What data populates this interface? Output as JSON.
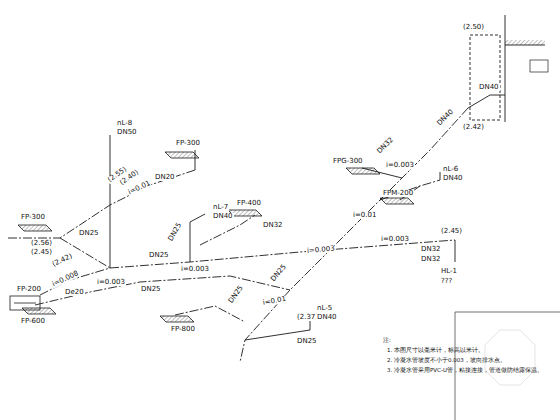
{
  "diagram": {
    "labels": [
      "FP-300",
      "(2.56)",
      "(2.45)",
      "nL-8",
      "DN50",
      "FP-300",
      "(2.55)",
      "(2.40)",
      "i=0.01",
      "DN20",
      "DN25",
      "FP-200",
      "i=0.008",
      "De20",
      "DN25",
      "nL-7",
      "DN40",
      "FP-400",
      "DN32",
      "DN25",
      "i=0.003",
      "DN25",
      "i=0.003",
      "FPG-300",
      "i=0.003",
      "DN32",
      "DN40",
      "FPM-200",
      "nL-6",
      "DN40",
      "i=0.01",
      "i=0.003",
      "DN32",
      "DN32",
      "(2.45)",
      "HL-1",
      "???",
      "(2.42)",
      "i=0.003",
      "DN25",
      "FP-600",
      "FP-800",
      "i=0.01",
      "(2.37)",
      "nL-5",
      "DN40",
      "DN25",
      "DN25",
      "(2.50)",
      "DN40",
      "(2.42)",
      "注:",
      "1. 本图尺寸以毫米计，标高以米计。",
      "2. 冷凝水管坡度不小于0.003，坡向排水点。",
      "3. 冷凝水管采用PVC-U管，粘接连接，管道做防结露保温。"
    ]
  }
}
